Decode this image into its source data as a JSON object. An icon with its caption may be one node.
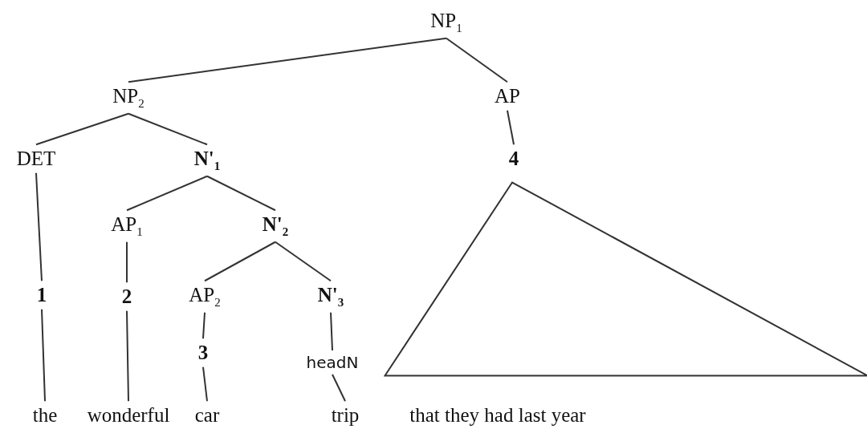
{
  "diagram": {
    "nodes": [
      {
        "text": [
          "NP$_{1}$"
        ]
      },
      {
        "text": [
          "NP$_{2}$"
        ]
      },
      {
        "text": [
          "AP"
        ]
      },
      {
        "text": [
          "DET"
        ]
      },
      {
        "text": [
          "N'$_{1}$"
        ]
      },
      {
        "text": [
          "4"
        ]
      },
      {
        "text": [
          "AP$_{1}$"
        ]
      },
      {
        "text": [
          "N'$_{2}$"
        ]
      },
      {
        "text": [
          "1"
        ]
      },
      {
        "text": [
          "2"
        ]
      },
      {
        "text": [
          "AP$_{2}$"
        ]
      },
      {
        "text": [
          "N'$_{3}$"
        ]
      },
      {
        "text": [
          "3"
        ]
      },
      {
        "text": [
          "headN"
        ]
      },
      {
        "text": [],
        "shape": "triangle"
      },
      {
        "text": [
          "the"
        ]
      },
      {
        "text": [
          "wonderful"
        ]
      },
      {
        "text": [
          "car"
        ]
      },
      {
        "text": [
          "trip"
        ]
      },
      {
        "text": [
          "that they had last year"
        ]
      }
    ],
    "edges": [
      {
        "from": 0,
        "to": 1,
        "arrow": "none"
      },
      {
        "from": 0,
        "to": 2,
        "arrow": "none"
      },
      {
        "from": 1,
        "to": 3,
        "arrow": "none"
      },
      {
        "from": 1,
        "to": 4,
        "arrow": "none"
      },
      {
        "from": 2,
        "to": 5,
        "arrow": "none"
      },
      {
        "from": 3,
        "to": 8,
        "arrow": "none"
      },
      {
        "from": 4,
        "to": 6,
        "arrow": "none"
      },
      {
        "from": 4,
        "to": 7,
        "arrow": "none"
      },
      {
        "from": 6,
        "to": 9,
        "arrow": "none"
      },
      {
        "from": 7,
        "to": 10,
        "arrow": "none"
      },
      {
        "from": 7,
        "to": 11,
        "arrow": "none"
      },
      {
        "from": 8,
        "to": 15,
        "arrow": "none"
      },
      {
        "from": 9,
        "to": 16,
        "arrow": "none"
      },
      {
        "from": 10,
        "to": 12,
        "arrow": "none"
      },
      {
        "from": 11,
        "to": 13,
        "arrow": "none"
      },
      {
        "from": 12,
        "to": 17,
        "arrow": "none"
      },
      {
        "from": 13,
        "to": 18,
        "arrow": "none"
      }
    ]
  }
}
